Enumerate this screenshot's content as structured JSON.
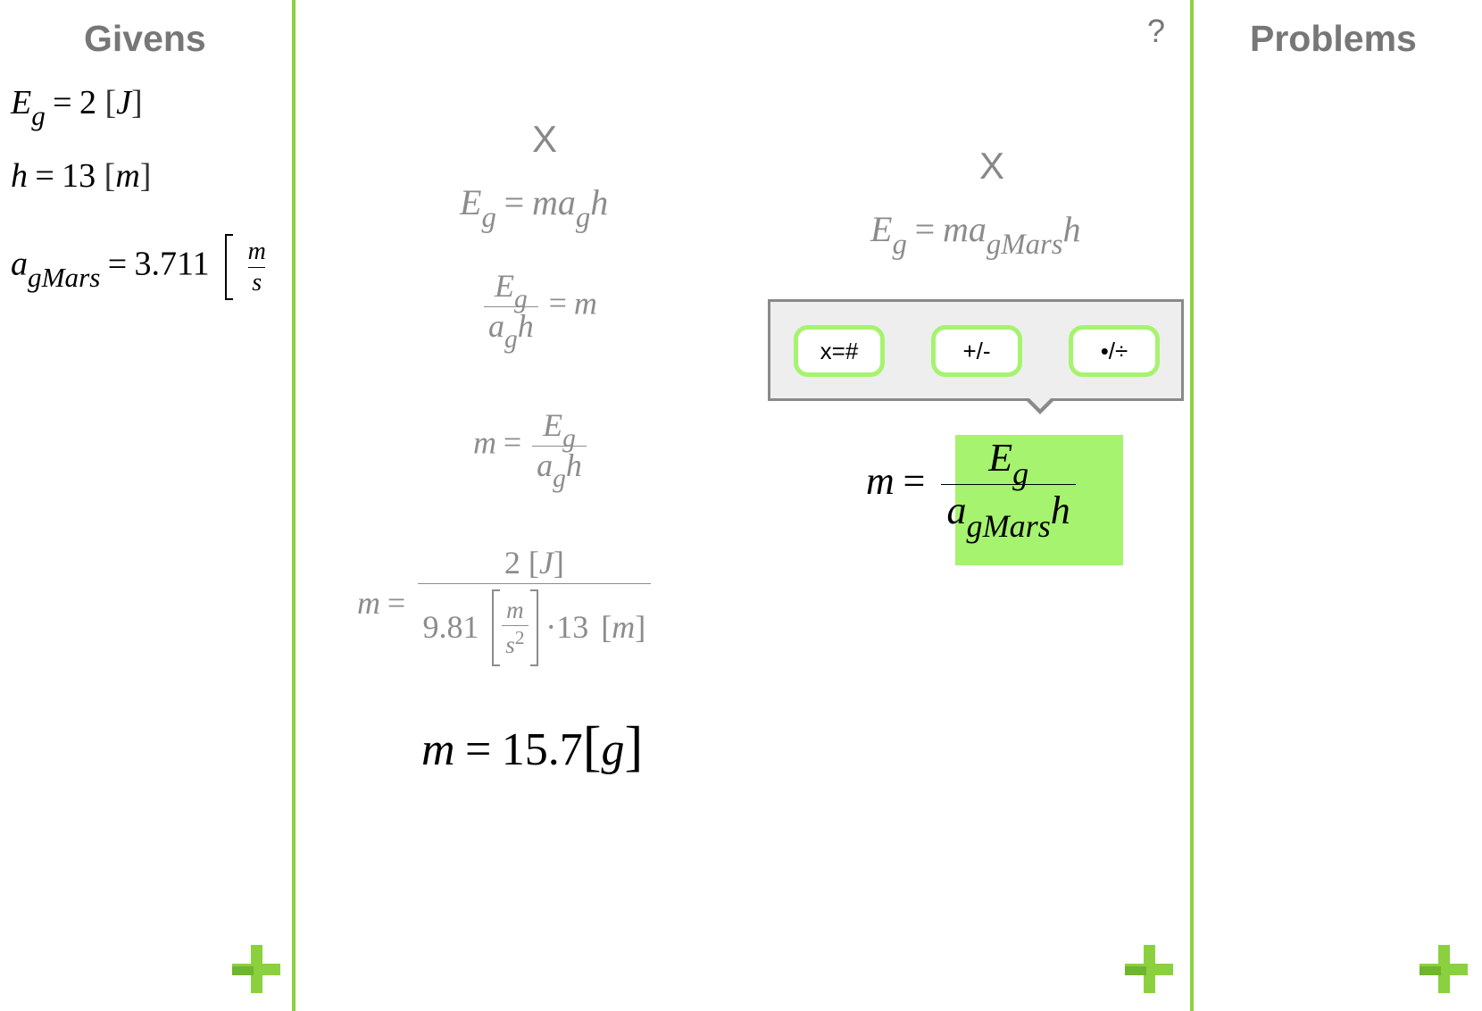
{
  "givens": {
    "title": "Givens",
    "items": [
      {
        "sym": "E",
        "sub": "g",
        "eq": "=",
        "value": "2",
        "unit": "J"
      },
      {
        "sym": "h",
        "sub": "",
        "eq": "=",
        "value": "13",
        "unit": "m"
      },
      {
        "sym": "a",
        "sub": "gMars",
        "eq": "=",
        "value": "3.711",
        "unit_num": "m",
        "unit_den": "s"
      }
    ]
  },
  "workspace": {
    "help_label": "?",
    "close_label": "X",
    "solution1": {
      "formula": {
        "lhs": "E",
        "lhs_sub": "g",
        "eq": "=",
        "rhs_pre": "ma",
        "rhs_sub": "g",
        "rhs_post": "h"
      },
      "step1": {
        "num": "E",
        "num_sub": "g",
        "den_a": "a",
        "den_sub": "g",
        "den_post": "h",
        "eq": "=",
        "rhs": "m"
      },
      "step2": {
        "lhs": "m",
        "eq": "=",
        "num": "E",
        "num_sub": "g",
        "den_a": "a",
        "den_sub": "g",
        "den_post": "h"
      },
      "substitution": {
        "lhs": "m",
        "eq": "=",
        "num_value": "2",
        "num_unit": "J",
        "den_value": "9.81",
        "den_unit_num": "m",
        "den_unit_den": "s",
        "den_unit_exp": "2",
        "dot": "·",
        "den_value2": "13",
        "den_unit2": "m"
      },
      "result": {
        "lhs": "m",
        "eq": "=",
        "value": "15.7",
        "unit": "g"
      }
    },
    "solution2": {
      "formula": {
        "lhs": "E",
        "lhs_sub": "g",
        "eq": "=",
        "rhs_pre": "ma",
        "rhs_sub": "gMars",
        "rhs_post": "h"
      },
      "toolbar": {
        "solve_label": "x=#",
        "addsub_label": "+/-",
        "muldiv_label": "•/÷"
      },
      "current": {
        "lhs": "m",
        "eq": "=",
        "num": "E",
        "num_sub": "g",
        "den_a": "a",
        "den_sub": "gMars",
        "den_post": "h"
      }
    }
  },
  "problems": {
    "title": "Problems"
  },
  "colors": {
    "accent": "#8bd13f",
    "highlight": "#a6f36f",
    "muted": "#8c8c8c"
  },
  "icons": [
    "plus-icon",
    "help-icon",
    "close-icon"
  ]
}
